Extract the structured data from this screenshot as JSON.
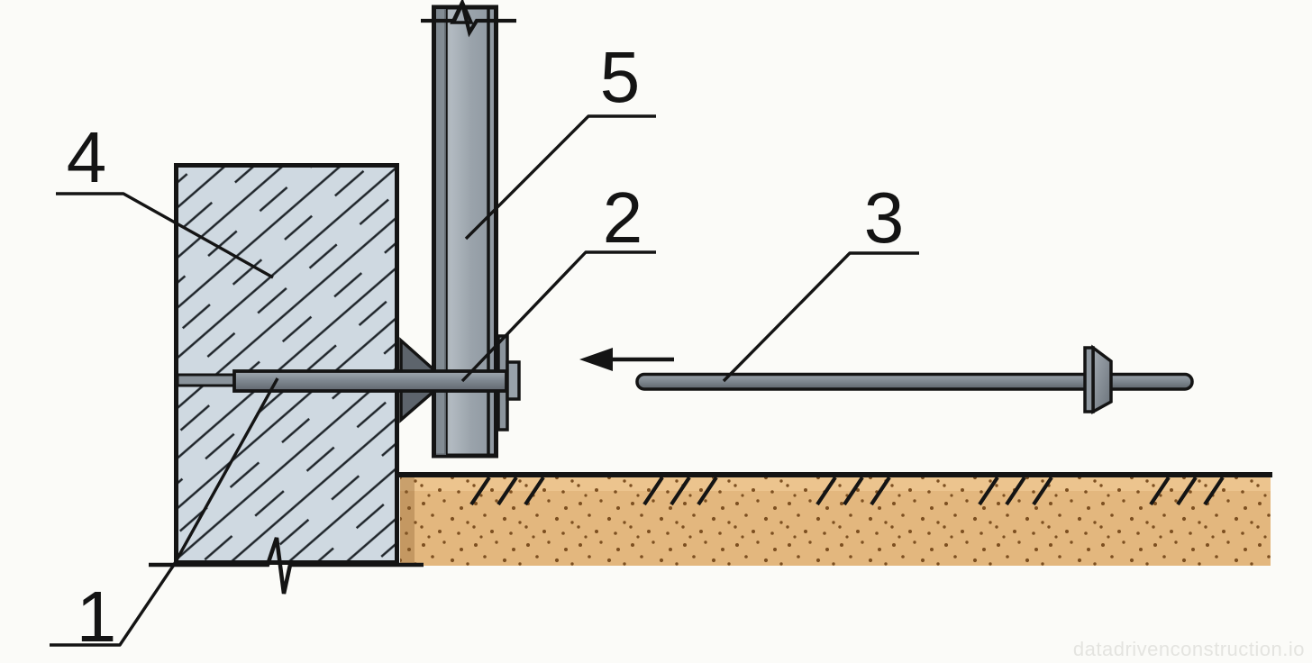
{
  "diagram": {
    "type": "anchor-bolt-installation-detail",
    "callouts": [
      {
        "id": "1",
        "text": "1"
      },
      {
        "id": "2",
        "text": "2"
      },
      {
        "id": "3",
        "text": "3"
      },
      {
        "id": "4",
        "text": "4"
      },
      {
        "id": "5",
        "text": "5"
      }
    ],
    "arrow": {
      "direction": "left"
    },
    "watermark": "datadrivenconstruction.io",
    "colors": {
      "background": "#fbfbf8",
      "concrete_fill": "#cfd9e1",
      "hatch_line": "#20262b",
      "soil_fill": "#e3b77e",
      "soil_dot": "#7c4f20",
      "steel_light": "#aab2b9",
      "steel_mid": "#8b949c",
      "steel_dark": "#5d646c",
      "outline": "#141414"
    }
  }
}
